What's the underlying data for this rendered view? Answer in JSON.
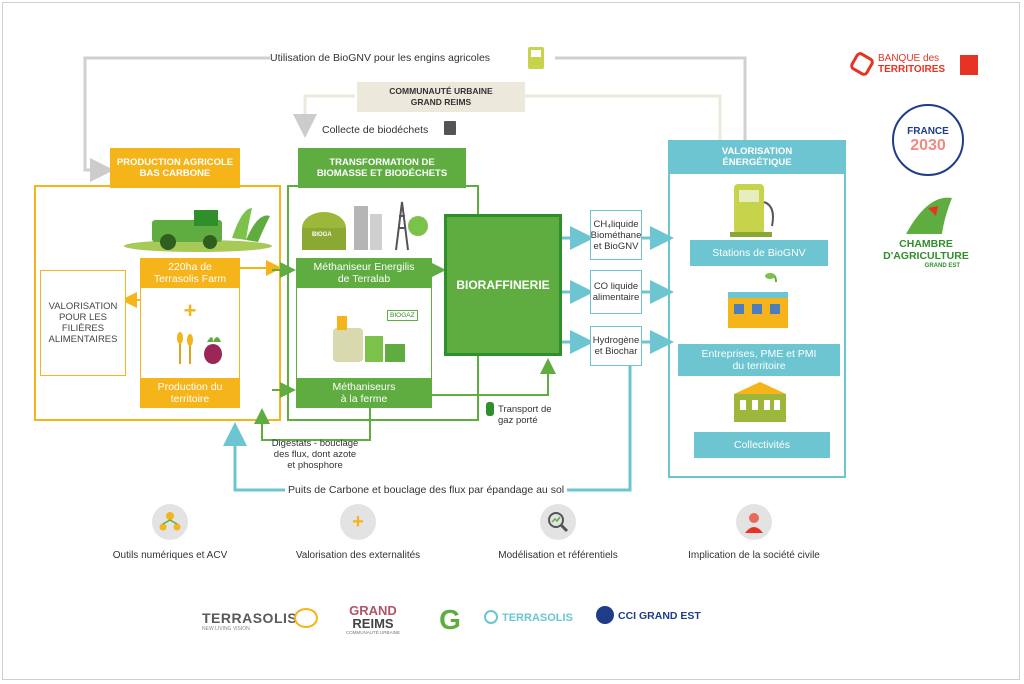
{
  "top": {
    "biognv_usage": "Utilisation de BioGNV pour les engins agricoles",
    "communaute_line1": "COMMUNAUTÉ URBAINE",
    "communaute_line2": "GRAND REIMS",
    "collecte": "Collecte de biodéchets"
  },
  "agri": {
    "header_line1": "PRODUCTION AGRICOLE",
    "header_line2": "BAS CARBONE",
    "farm_line1": "220ha de",
    "farm_line2": "Terrasolis Farm",
    "plus": "+",
    "prod_line1": "Production du",
    "prod_line2": "territoire",
    "valor_line1": "VALORISATION",
    "valor_line2": "POUR LES",
    "valor_line3": "FILIÈRES",
    "valor_line4": "ALIMENTAIRES"
  },
  "transfo": {
    "header_line1": "TRANSFORMATION DE",
    "header_line2": "BIOMASSE ET BIODÉCHETS",
    "bioga_tag": "BIOGA",
    "biogaz_tag": "BIOGAZ",
    "meth1_line1": "Méthaniseur Energilis",
    "meth1_line2": "de Terralab",
    "meth2_line1": "Méthaniseurs",
    "meth2_line2": "à la ferme"
  },
  "bioraffinerie": "BIORAFFINERIE",
  "products": {
    "p1_line1": "CH₄liquide",
    "p1_line2": "Biométhane",
    "p1_line3": "et BioGNV",
    "p2_line1": "CO liquide",
    "p2_line2": "alimentaire",
    "p3_line1": "Hydrogène",
    "p3_line2": "et Biochar"
  },
  "valorisation": {
    "header_line1": "VALORISATION",
    "header_line2": "ÉNERGÉTIQUE",
    "stations": "Stations de BioGNV",
    "entreprises_line1": "Entreprises, PME et PMI",
    "entreprises_line2": "du territoire",
    "collectivites": "Collectivités"
  },
  "flows": {
    "digestats_line1": "Digestats - bouclage",
    "digestats_line2": "des flux, dont azote",
    "digestats_line3": "et phosphore",
    "transport_line1": "Transport de",
    "transport_line2": "gaz porté",
    "puits": "Puits de Carbone et bouclage des flux par épandage au sol"
  },
  "bottom_items": [
    {
      "label": "Outils numériques et ACV",
      "icon": "people-network-icon"
    },
    {
      "label": "Valorisation des externalités",
      "icon": "plus-icon"
    },
    {
      "label": "Modélisation et référentiels",
      "icon": "magnifier-chart-icon"
    },
    {
      "label": "Implication de la société civile",
      "icon": "person-icon"
    }
  ],
  "logos_right": {
    "banque_line1": "BANQUE des",
    "banque_line2": "TERRITOIRES",
    "france_line1": "FRANCE",
    "france_line2": "2030",
    "chambre_line1": "CHAMBRE",
    "chambre_line2": "D'AGRICULTURE",
    "chambre_line3": "GRAND EST"
  },
  "logos_bottom": {
    "terrasolis": "TERRASOLIS",
    "terrasolis_sub": "NEW LIVING VISION",
    "grand_line1": "GRAND",
    "grand_line2": "REIMS",
    "grand_sub": "COMMUNAUTÉ URBAINE",
    "g_letter": "G",
    "terrasolis2": "TERRASOLIS",
    "cci": "CCI GRAND EST"
  },
  "colors": {
    "yellow": "#f4b41a",
    "green": "#5fad41",
    "dark_green": "#2f8f2a",
    "blue": "#6cc5d1",
    "grey_line": "#cccccc",
    "red": "#e63323"
  }
}
